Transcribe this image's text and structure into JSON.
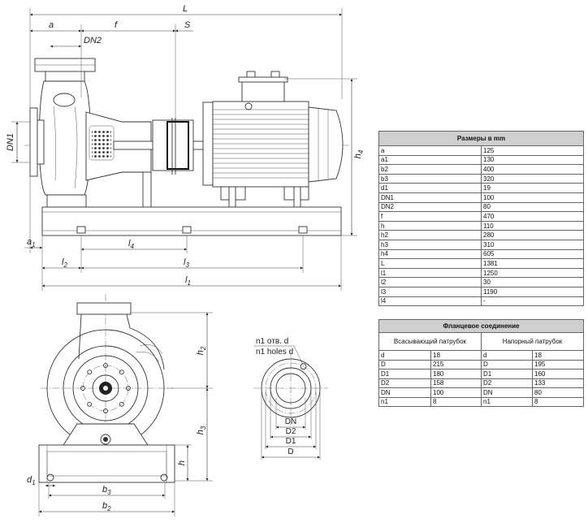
{
  "drawing": {
    "side_view": {
      "L": "L",
      "a": "a",
      "f": "f",
      "S": "S",
      "DN2": "DN2",
      "DN1": "DN1",
      "h4": {
        "base": "h",
        "sub": "4"
      },
      "a1": {
        "base": "a",
        "sub": "1"
      },
      "l4": {
        "base": "l",
        "sub": "4"
      },
      "l2": {
        "base": "l",
        "sub": "2"
      },
      "l3": {
        "base": "l",
        "sub": "3"
      },
      "l1": {
        "base": "l",
        "sub": "1"
      }
    },
    "front_view": {
      "h2": {
        "base": "h",
        "sub": "2"
      },
      "h3": {
        "base": "h",
        "sub": "3"
      },
      "h": "h",
      "d1": {
        "base": "d",
        "sub": "1"
      },
      "b3": {
        "base": "b",
        "sub": "3"
      },
      "b2": {
        "base": "b",
        "sub": "2"
      }
    },
    "flange_view": {
      "holes_ru": "n1 отв. d",
      "holes_en": "n1 holes d",
      "DN": "DN",
      "D2": "D2",
      "D1": "D1",
      "D": "D"
    }
  },
  "dimensions_table": {
    "title": "Размеры в mm",
    "rows": [
      [
        "a",
        "125"
      ],
      [
        "a1",
        "130"
      ],
      [
        "b2",
        "400"
      ],
      [
        "b3",
        "320"
      ],
      [
        "d1",
        "19"
      ],
      [
        "DN1",
        "100"
      ],
      [
        "DN2",
        "80"
      ],
      [
        "f",
        "470"
      ],
      [
        "h",
        "110"
      ],
      [
        "h2",
        "280"
      ],
      [
        "h3",
        "310"
      ],
      [
        "h4",
        "605"
      ],
      [
        "L",
        "1381"
      ],
      [
        "l1",
        "1250"
      ],
      [
        "l2",
        "30"
      ],
      [
        "l3",
        "1190"
      ],
      [
        "l4",
        "-"
      ]
    ]
  },
  "flange_table": {
    "title": "Фланцевое соединение",
    "suction_label": "Всасывающий патрубок",
    "discharge_label": "Напорный патрубок",
    "rows": [
      [
        "d",
        "18",
        "d",
        "18"
      ],
      [
        "D",
        "215",
        "D",
        "195"
      ],
      [
        "D1",
        "180",
        "D1",
        "160"
      ],
      [
        "D2",
        "158",
        "D2",
        "133"
      ],
      [
        "DN",
        "100",
        "DN",
        "80"
      ],
      [
        "n1",
        "8",
        "n1",
        "8"
      ]
    ]
  }
}
